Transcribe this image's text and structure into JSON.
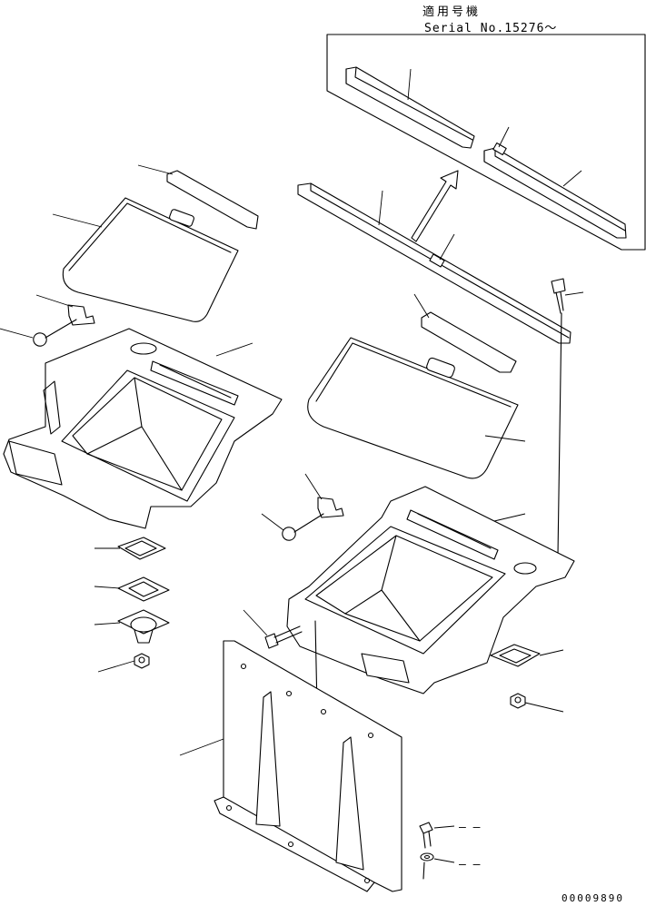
{
  "header": {
    "applicable_label": "適用号機",
    "serial_label": "Serial No.15276～"
  },
  "footer": {
    "figure_number": "00009890"
  },
  "callouts": {
    "bolt_dash": "– –",
    "washer_dash": "– –"
  }
}
